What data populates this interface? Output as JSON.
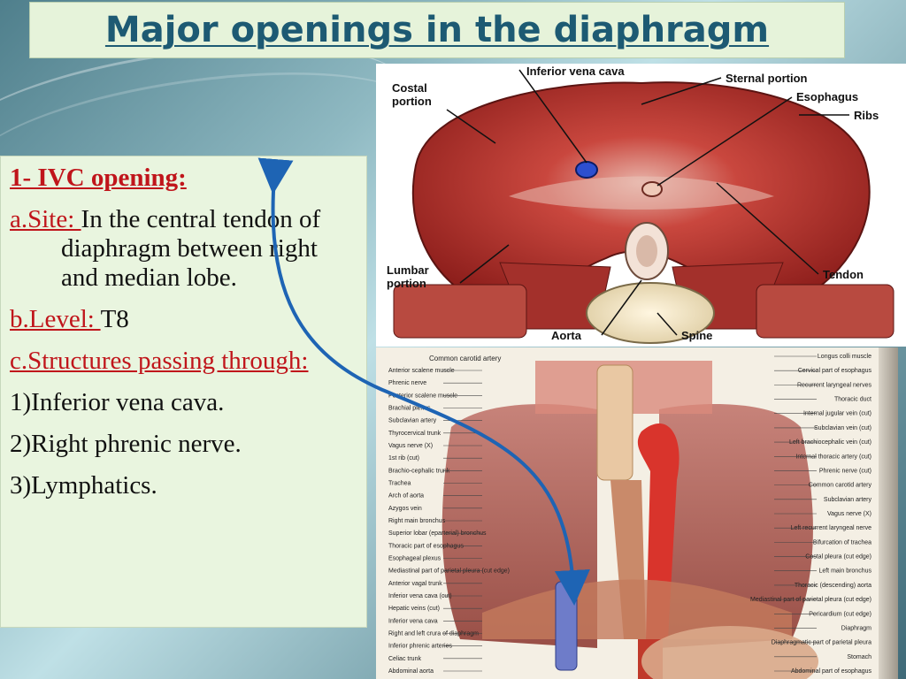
{
  "slide": {
    "title": "Major openings in the diaphragm",
    "heading": "1- IVC opening:",
    "site_label": "a.Site: ",
    "site_text": "In the central tendon of diaphragm between right and median lobe.",
    "level_label": "b.Level: ",
    "level_text": "T8",
    "structures_label": "c.Structures passing through:",
    "items": [
      "1)Inferior vena cava.",
      "2)Right phrenic nerve.",
      "3)Lymphatics."
    ]
  },
  "diaphragm_figure": {
    "labels": {
      "ivc": "Inferior vena cava",
      "sternal": "Sternal portion",
      "esophagus": "Esophagus",
      "ribs": "Ribs",
      "costal_1": "Costal",
      "costal_2": "portion",
      "lumbar_1": "Lumbar",
      "lumbar_2": "portion",
      "tendon": "Tendon",
      "aorta": "Aorta",
      "spine": "Spine"
    }
  },
  "thorax_figure": {
    "left_labels": [
      "Anterior scalene muscle",
      "Phrenic nerve",
      "Posterior scalene muscle",
      "Brachial plexus",
      "Subclavian artery",
      "Thyrocervical trunk",
      "Vagus nerve (X)",
      "1st rib (cut)",
      "Brachio-cephalic trunk",
      "Trachea",
      "Arch of aorta",
      "Azygos vein",
      "Right main bronchus",
      "Superior lobar (eparterial) bronchus",
      "Thoracic part of esophagus",
      "Esophageal plexus",
      "Mediastinal part of parietal pleura (cut edge)",
      "Anterior vagal trunk",
      "Inferior vena cava (cut)",
      "Hepatic veins (cut)",
      "Inferior vena cava",
      "Right and left crura of diaphragm",
      "Inferior phrenic arteries",
      "Celiac trunk",
      "Abdominal aorta"
    ],
    "right_labels": [
      "Longus colli muscle",
      "Cervical part of esophagus",
      "Recurrent laryngeal nerves",
      "Thoracic duct",
      "Internal jugular vein (cut)",
      "Subclavian vein (cut)",
      "Left brachiocephalic vein (cut)",
      "Internal thoracic artery (cut)",
      "Phrenic nerve (cut)",
      "Common carotid artery",
      "Subclavian artery",
      "Vagus nerve (X)",
      "Left recurrent laryngeal nerve",
      "Bifurcation of trachea",
      "Costal pleura (cut edge)",
      "Left main bronchus",
      "Thoracic (descending) aorta",
      "Mediastinal part of parietal pleura (cut edge)",
      "Pericardium (cut edge)",
      "Diaphragm",
      "Diaphragmatic part of parietal pleura",
      "Stomach",
      "Abdominal part of esophagus"
    ],
    "top_label": "Common carotid artery"
  }
}
